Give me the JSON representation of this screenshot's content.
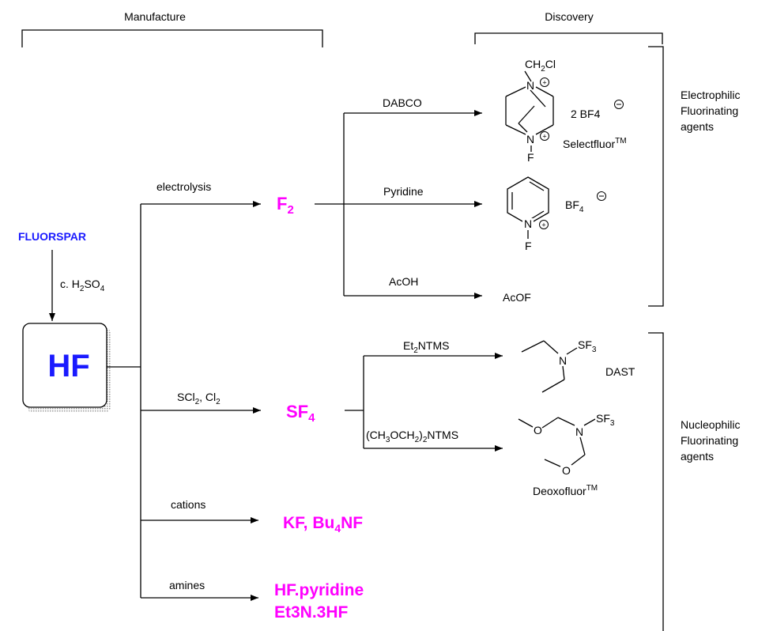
{
  "headers": {
    "manufacture": "Manufacture",
    "discovery": "Discovery"
  },
  "source": {
    "fluorspar": "FLUORSPAR",
    "acid_prefix": "c. H",
    "acid_sub1": "2",
    "acid_mid": "SO",
    "acid_sub2": "4"
  },
  "hf_box": {
    "label": "HF"
  },
  "routes": {
    "electrolysis": "electrolysis",
    "scl2_a": "SCl",
    "scl2_b": "2",
    "scl2_c": ", Cl",
    "scl2_d": "2",
    "cations": "cations",
    "amines": "amines"
  },
  "products": {
    "f2_main": "F",
    "f2_sub": "2",
    "sf4_main": "SF",
    "sf4_sub": "4",
    "kf_a": "KF, Bu",
    "kf_b": "4",
    "kf_c": "NF",
    "hfpy": "HF.pyridine",
    "et3n": "Et3N.3HF"
  },
  "f2_branches": {
    "dabco": "DABCO",
    "pyridine": "Pyridine",
    "acoh": "AcOH"
  },
  "sf4_branches": {
    "et2_a": "Et",
    "et2_b": "2",
    "et2_c": "NTMS",
    "deoxo_a": "(CH",
    "deoxo_b": "3",
    "deoxo_c": "OCH",
    "deoxo_d": "2",
    "deoxo_e": ")",
    "deoxo_f": "2",
    "deoxo_g": "NTMS"
  },
  "selectfluor": {
    "ch2cl_a": "CH",
    "ch2cl_b": "2",
    "ch2cl_c": "Cl",
    "n_top": "N",
    "n_bot": "N",
    "f": "F",
    "bf4": "2 BF4",
    "name": "Selectfluor",
    "tm": "TM"
  },
  "pyridinium": {
    "n": "N",
    "f": "F",
    "bf4_a": "BF",
    "bf4_b": "4"
  },
  "acof": "AcOF",
  "dast": {
    "n": "N",
    "sf3_a": "SF",
    "sf3_b": "3",
    "name": "DAST"
  },
  "deoxofluor": {
    "n": "N",
    "o1": "O",
    "o2": "O",
    "sf3_a": "SF",
    "sf3_b": "3",
    "name": "Deoxofluor",
    "tm": "TM"
  },
  "side_labels": {
    "electrophilic": [
      "Electrophilic",
      "Fluorinating",
      "agents"
    ],
    "nucleophilic": [
      "Nucleophilic",
      "Fluorinating",
      "agents"
    ]
  },
  "colors": {
    "blue": "#1a1aff",
    "magenta": "#ff00ff"
  }
}
